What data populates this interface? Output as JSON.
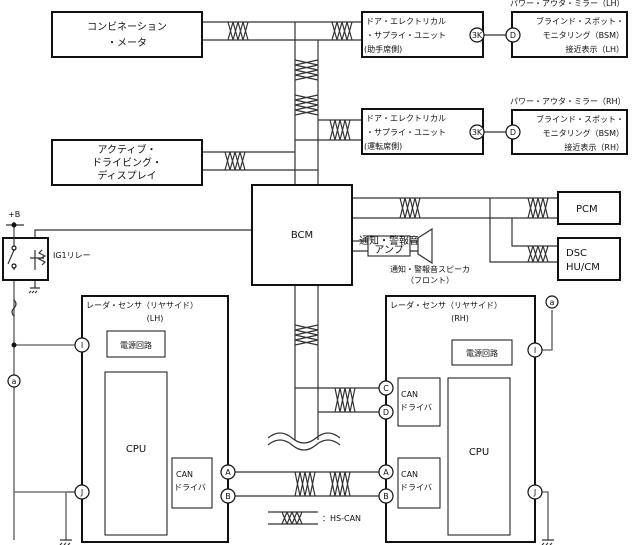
{
  "modules": {
    "combination_meter": [
      "コンビネーション",
      "・メータ"
    ],
    "active_display": [
      "アクティブ・",
      "ドライビング・",
      "ディスプレイ"
    ],
    "door_esu_lh": [
      "ドア・エレクトリカル",
      "・サプライ・ユニット",
      "(助手席側)"
    ],
    "door_esu_rh": [
      "ドア・エレクトリカル",
      "・サプライ・ユニット",
      "(運転席側)"
    ],
    "mirror_lh_title": "パワー・アウタ・ミラー（LH）",
    "mirror_rh_title": "パワー・アウタ・ミラー（RH）",
    "bsm_lh": [
      "ブラインド・スポット・",
      "モニタリング（BSM）",
      "接近表示（LH）"
    ],
    "bsm_rh": [
      "ブラインド・スポット・",
      "モニタリング（BSM）",
      "接近表示（RH）"
    ],
    "bcm": "BCM",
    "pcm": "PCM",
    "dsc": [
      "DSC",
      "HU/CM"
    ],
    "amp": [
      "通知・警報音",
      "アンプ"
    ],
    "speaker": [
      "通知・警報音スピーカ",
      "（フロント）"
    ],
    "power_b": "+B",
    "ig1_relay": "IG1リレー",
    "radar_lh": [
      "レーダ・センサ（リヤサイド）",
      "(LH)"
    ],
    "radar_rh": [
      "レーダ・センサ（リヤサイド）",
      "(RH)"
    ],
    "power_circuit": "電源回路",
    "cpu": "CPU",
    "can_driver": [
      "CAN",
      "ドライバ"
    ]
  },
  "pins": {
    "p3k": "3K",
    "d": "D",
    "a": "A",
    "b": "B",
    "c": "C",
    "i": "I",
    "j": "J",
    "ref_a": "a"
  },
  "legend": {
    "hs_can": "：HS-CAN"
  }
}
